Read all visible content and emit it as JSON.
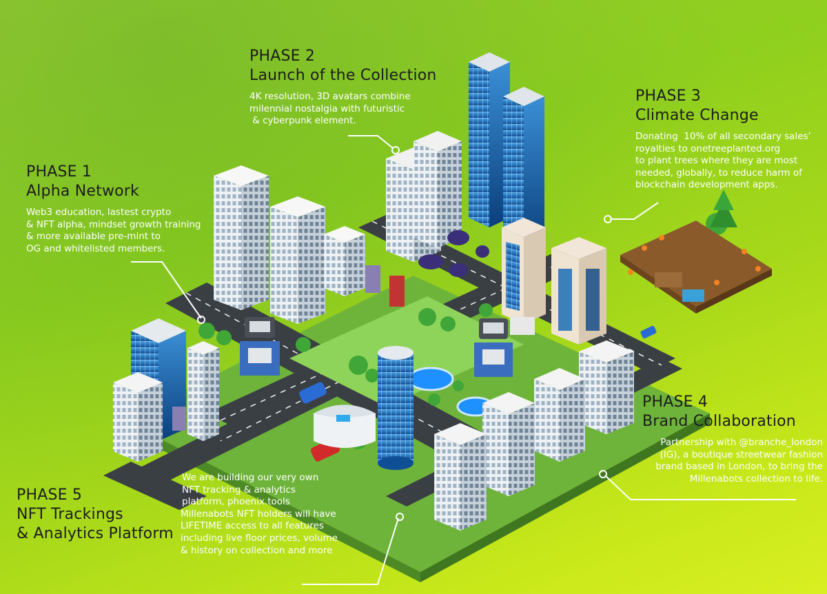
{
  "phase1": {
    "label": "PHASE 1",
    "title": "Alpha Network",
    "lines": [
      "Web3 education, lastest crypto",
      "& NFT alpha, mindset growth training",
      "& more available pre-mint to",
      "OG and whitelisted members."
    ]
  },
  "phase2": {
    "label": "PHASE 2",
    "title": "Launch of the Collection",
    "lines": [
      "4K resolution, 3D avatars combine",
      "milennial nostalgia with futuristic",
      " & cyberpunk element."
    ]
  },
  "phase3": {
    "label": "PHASE 3",
    "title": "Climate Change",
    "lines": [
      "Donating  10% of all secondary sales’",
      "royalties to onetreeplanted.org",
      "to plant trees where they are most",
      "needed, globally, to reduce harm of",
      "blockchain development apps."
    ]
  },
  "phase4": {
    "label": "PHASE 4",
    "title": "Brand Collaboration",
    "lines": [
      "Partnership with @branche_london",
      "(IG), a boutique streetwear fashion",
      "brand based in London, to bring the",
      "Millenabots collection to life."
    ]
  },
  "phase5": {
    "label": "PHASE 5",
    "title_line1": "NFT Trackings",
    "title_line2": "& Analytics Platform",
    "lines": [
      "We are building our very own",
      "NFT tracking & analytics",
      "platform, phoenix.tools",
      "Millenabots NFT holders will have",
      "LIFETIME access to all features",
      "including live floor prices, volume",
      "& history on collection and more"
    ]
  },
  "colors": {
    "background_start": "#9acd32",
    "background_end": "#d9ef22",
    "heading_text": "#1c1c1c",
    "body_text": "#ffffff",
    "road": "#3a3f44",
    "grass": "#7cc24a",
    "glass_blue": "#1c6fb7"
  }
}
